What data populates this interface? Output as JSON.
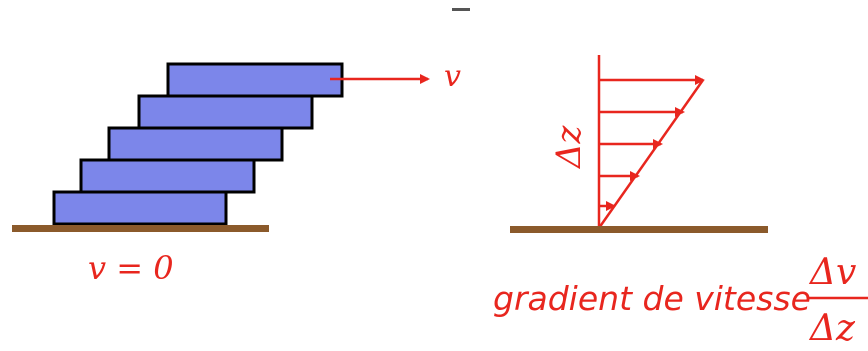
{
  "left_diagram": {
    "velocity_label": "v",
    "ground_label": "v = 0"
  },
  "right_diagram": {
    "height_label": "Δz",
    "gradient_label": "gradient de vitesse",
    "fraction_numerator": "Δv",
    "fraction_denominator": "Δz"
  },
  "colors": {
    "layer_fill": "#7c86ea",
    "layer_stroke": "#000000",
    "ground": "#8b5a2b",
    "accent_red": "#e8261e"
  }
}
